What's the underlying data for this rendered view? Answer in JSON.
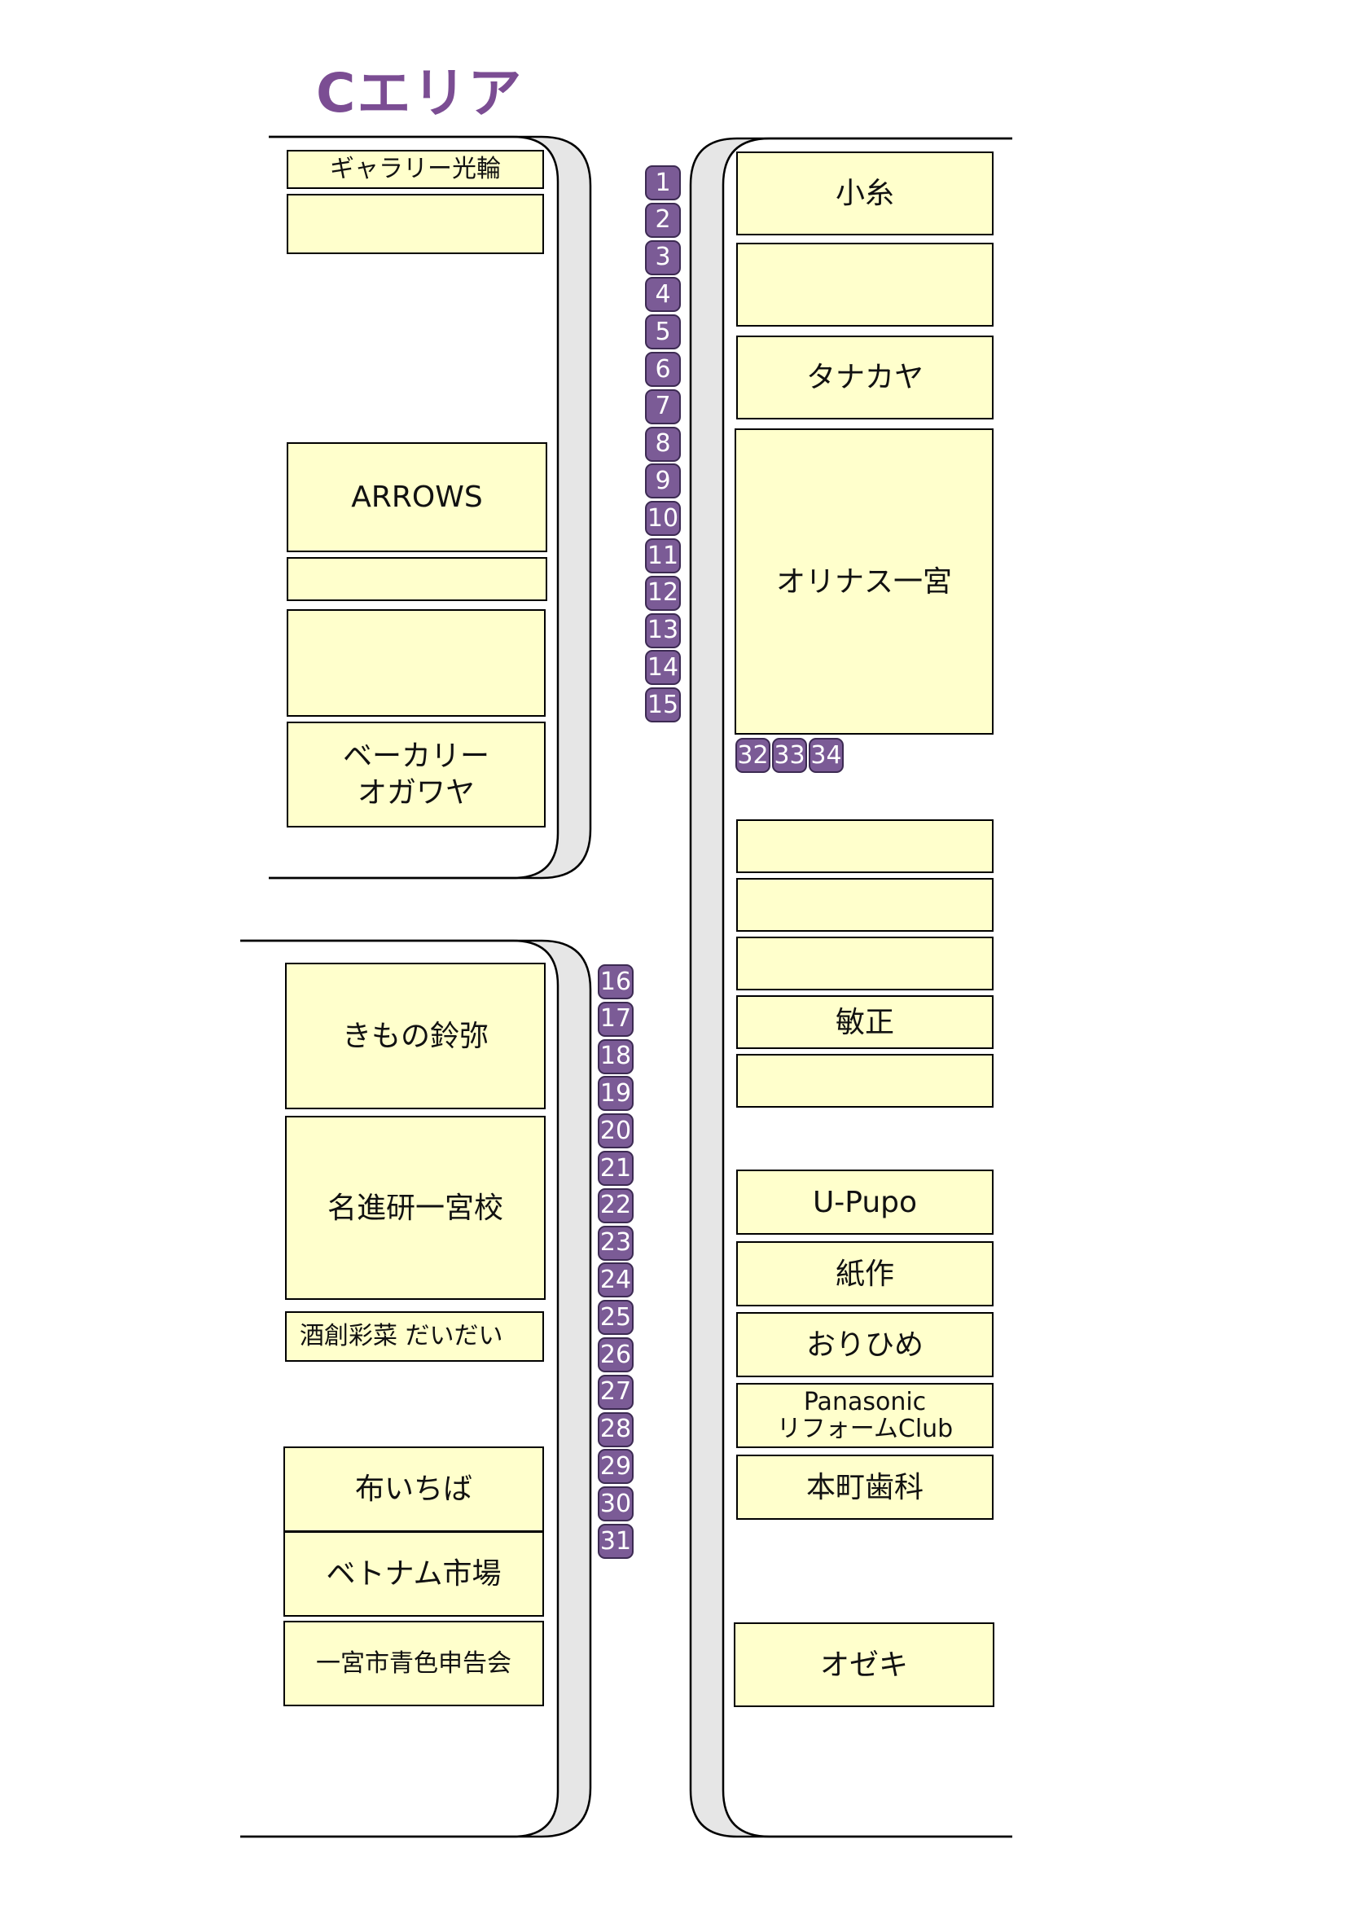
{
  "title": "Cエリア",
  "colors": {
    "shop_fill": "#ffffcc",
    "stall_fill": "#7b5b96",
    "sidewalk": "#e6e6e6",
    "title": "#7b4d93"
  },
  "left_shops": {
    "gallery": "ギャラリー光輪",
    "blank1": "",
    "arrows": "ARROWS",
    "blank2": "",
    "blank3": "",
    "bakery": "ベーカリー\nオガワヤ",
    "kimono": "きもの鈴弥",
    "meishinken": "名進研一宮校",
    "daidai": "酒創彩菜 だいだい",
    "nunoichiba": "布いちば",
    "vietnam": "ベトナム市場",
    "aoiro": "一宮市青色申告会"
  },
  "right_shops": {
    "koito": "小糸",
    "blank1": "",
    "tanakaya": "タナカヤ",
    "orinasu": "オリナス一宮",
    "blank2": "",
    "blank3": "",
    "blank4": "",
    "binsho": "敏正",
    "blank5": "",
    "upupo": "U-Pupo",
    "kamisaku": "紙作",
    "orihime": "おりひめ",
    "panasonic": "Panasonic\nリフォームClub",
    "honmachi": "本町歯科",
    "ozeki": "オゼキ"
  },
  "stalls_a": [
    "1",
    "2",
    "3",
    "4",
    "5",
    "6",
    "7",
    "8",
    "9",
    "10",
    "11",
    "12",
    "13",
    "14",
    "15"
  ],
  "stalls_b": [
    "16",
    "17",
    "18",
    "19",
    "20",
    "21",
    "22",
    "23",
    "24",
    "25",
    "26",
    "27",
    "28",
    "29",
    "30",
    "31"
  ],
  "stalls_c": [
    "32",
    "33",
    "34"
  ]
}
